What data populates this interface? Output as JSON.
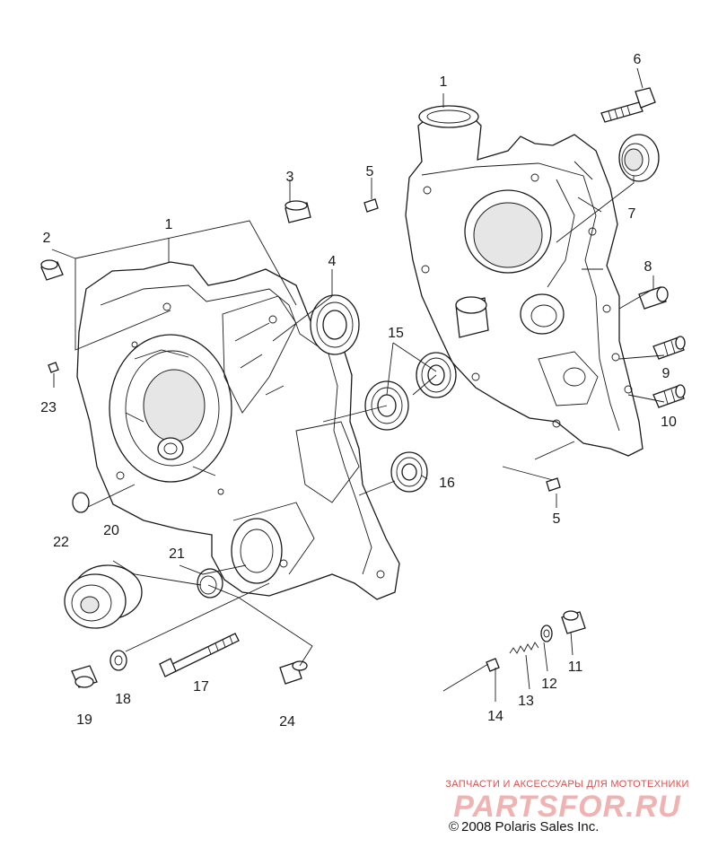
{
  "callouts": {
    "c1a": "1",
    "c1b": "1",
    "c2": "2",
    "c3": "3",
    "c4": "4",
    "c5a": "5",
    "c5b": "5",
    "c6": "6",
    "c7": "7",
    "c8": "8",
    "c9": "9",
    "c10": "10",
    "c11": "11",
    "c12": "12",
    "c13": "13",
    "c14": "14",
    "c15": "15",
    "c16": "16",
    "c17": "17",
    "c18": "18",
    "c19": "19",
    "c20": "20",
    "c21": "21",
    "c22": "22",
    "c23": "23",
    "c24": "24"
  },
  "watermark": {
    "tagline": "ЗАПЧАСТИ И АКСЕССУАРЫ ДЛЯ МОТОТЕХНИКИ",
    "logo": "PARTSFOR.RU"
  },
  "copyright": "2008 Polaris Sales Inc.",
  "copyright_symbol": "©"
}
